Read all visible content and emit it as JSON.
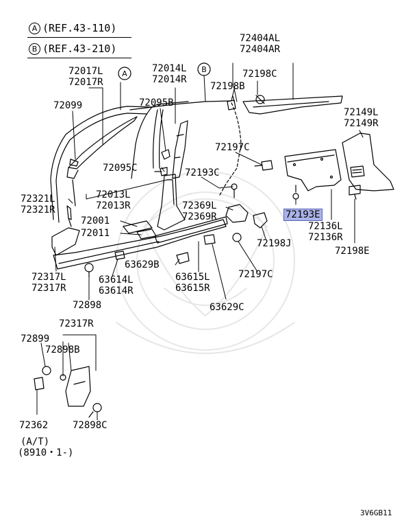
{
  "refs": [
    {
      "letter": "A",
      "text": "(REF.43-110)"
    },
    {
      "letter": "B",
      "text": "(REF.43-210)"
    }
  ],
  "callouts": {
    "A": "A",
    "B": "B"
  },
  "labels": {
    "p72404": [
      "72404AL",
      "72404AR"
    ],
    "p72017": [
      "72017L",
      "72017R"
    ],
    "p72014": [
      "72014L",
      "72014R"
    ],
    "p72198C": "72198C",
    "p72198B": "72198B",
    "p72099": "72099",
    "p72095B": "72095B",
    "p72149": [
      "72149L",
      "72149R"
    ],
    "p72197C_top": "72197C",
    "p72095C": "72095C",
    "p72193C": "72193C",
    "p72321": [
      "72321L",
      "72321R"
    ],
    "p72013": [
      "72013L",
      "72013R"
    ],
    "p72369": [
      "72369L",
      "72369R"
    ],
    "p72193E": "72193E",
    "p72001": "72001",
    "p72011": "72011",
    "p72136": [
      "72136L",
      "72136R"
    ],
    "p72198J": "72198J",
    "p72198E": "72198E",
    "p63629B": "63629B",
    "p72317_left": [
      "72317L",
      "72317R"
    ],
    "p63614": [
      "63614L",
      "63614R"
    ],
    "p63615": [
      "63615L",
      "63615R"
    ],
    "p72197C_bot": "72197C",
    "p72898": "72898",
    "p63629C": "63629C",
    "p72317R": "72317R",
    "p72899": "72899",
    "p72898B": "72898B",
    "p72362": "72362",
    "p72898C": "72898C",
    "note_at": "(A/T)",
    "note_date": "(8910・1-)",
    "diagram_code": "3V6GB11"
  }
}
